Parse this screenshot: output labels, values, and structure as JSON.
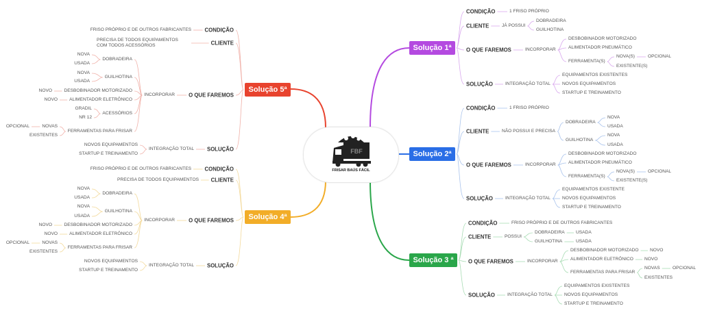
{
  "center": {
    "logo_text": "FRISAR BAÚS FÁCIL",
    "logo_letters": "FBF"
  },
  "branches": [
    {
      "title": "Solução 1ª",
      "color": "#b44ae0",
      "line": "#d9a8ee",
      "nodes": [
        "CONDIÇÃO",
        "1 FRISO PRÓPRIO",
        "CLIENTE",
        "JÁ POSSUI",
        "DOBRADEIRA",
        "GUILHOTINA",
        "O QUE FAREMOS",
        "INCORPORAR",
        "DESBOBINADOR MOTORIZADO",
        "ALIMENTADOR PNEUMÁTICO",
        "FERRAMENTA(S)",
        "NOVA(S)",
        "OPCIONAL",
        "EXISTENTE(S)",
        "SOLUÇÃO",
        "INTEGRAÇÃO TOTAL",
        "EQUIPAMENTOS EXISTENTES",
        "NOVOS EQUIPAMENTOS",
        "STARTUP E TREINAMENTO"
      ]
    },
    {
      "title": "Solução 2ª",
      "color": "#2a6ee6",
      "line": "#a9c3ec",
      "nodes": [
        "CONDIÇÃO",
        "1 FRISO PRÓPRIO",
        "CLIENTE",
        "NÃO POSSUI E PRECISA",
        "DOBRADEIRA",
        "NOVA",
        "USADA",
        "GUILHOTINA",
        "NOVA",
        "USADA",
        "O QUE FAREMOS",
        "INCORPORAR",
        "DESBOBINADOR MOTORIZADO",
        "ALIMENTADOR PNEUMÁTICO",
        "FERRAMENTA(S)",
        "NOVA(S)",
        "OPCIONAL",
        "EXISTENTE(S)",
        "SOLUÇÃO",
        "INTEGRAÇÃO TOTAL",
        "EQUIPAMENTOS EXISTENTE",
        "NOVOS EQUIPAMENTOS",
        "STARTUP E TREINAMENTO"
      ]
    },
    {
      "title": "Solução 3 ª",
      "color": "#2aa64a",
      "line": "#a8dcb4",
      "nodes": [
        "CONDIÇÃO",
        "FRISO PRÓPRIO E DE OUTROS FABRICANTES",
        "CLIENTE",
        "POSSUI",
        "DOBRADEIRA",
        "USADA",
        "GUILHOTINA",
        "USADA",
        "O QUE FAREMOS",
        "INCORPORAR",
        "DESBOBINADOR MOTORIZADO",
        "NOVO",
        "ALIMENTADOR ELETRÔNICO",
        "NOVO",
        "FERRAMENTAS PARA FRISAR",
        "NOVAS",
        "OPCIONAL",
        "EXISTENTES",
        "SOLUÇÃO",
        "INTEGRAÇÃO TOTAL",
        "EQUIPAMENTOS EXISTENTES",
        "NOVOS EQUIPAMENTOS",
        "STARTUP E TREINAMENTO"
      ]
    },
    {
      "title": "Solução 4ª",
      "color": "#f2ad28",
      "line": "#f3d99a",
      "nodes": [
        "CONDIÇÃO",
        "FRISO PRÓPRIO E DE OUTROS FABRICANTES",
        "CLIENTE",
        "PRECISA DE TODOS EQUIPAMENTOS",
        "O QUE FAREMOS",
        "INCORPORAR",
        "DOBRADEIRA",
        "NOVA",
        "USADA",
        "GUILHOTINA",
        "NOVA",
        "USADA",
        "DESBOBINADOR MOTORIZADO",
        "NOVO",
        "ALIMENTADOR ELETRÔNICO",
        "NOVO",
        "FERRAMENTAS PARA FRISAR",
        "NOVAS",
        "OPCIONAL",
        "EXISTENTES",
        "SOLUÇÃO",
        "INTEGRAÇÃO TOTAL",
        "NOVOS EQUIPAMENTOS",
        "STARTUP E TREINAMENTO"
      ]
    },
    {
      "title": "Solução 5ª",
      "color": "#e8432e",
      "line": "#f0b0a8",
      "nodes": [
        "CONDIÇÃO",
        "FRISO PRÓPRIO E DE OUTROS FABRICANTES",
        "CLIENTE",
        "PRECISA DE TODOS EQUIPAMENTOS COM TODOS ACESSÓRIOS",
        "O QUE FAREMOS",
        "INCORPORAR",
        "DOBRADEIRA",
        "NOVA",
        "USADA",
        "GUILHOTINA",
        "NOVA",
        "USADA",
        "DESBOBINADOR MOTORIZADO",
        "NOVO",
        "ALIMENTADOR ELETRÔNICO",
        "NOVO",
        "ACESSÓRIOS",
        "GRADIL",
        "NR 12",
        "FERRAMENTAS PARA FRISAR",
        "NOVAS",
        "OPCIONAL",
        "EXISTENTES",
        "SOLUÇÃO",
        "INTEGRAÇÃO TOTAL",
        "NOVOS EQUIPAMENTOS",
        "STARTUP E TREINAMENTO"
      ]
    }
  ]
}
